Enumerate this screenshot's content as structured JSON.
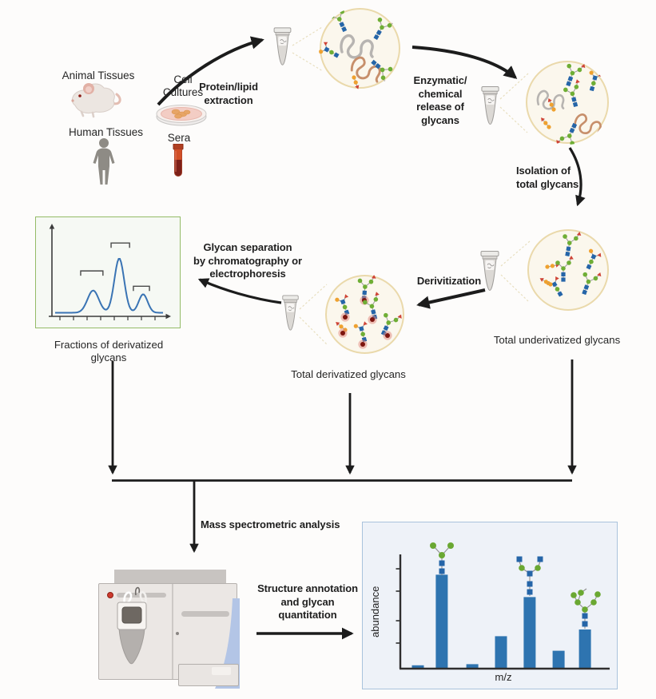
{
  "figure": {
    "description": "Glycan / glycomics mass spectrometry workflow diagram"
  },
  "sources": {
    "animal_tissues": "Animal Tissues",
    "cell_cultures": "Cell\nCultures",
    "human_tissues": "Human Tissues",
    "sera": "Sera"
  },
  "steps": {
    "extraction": "Protein/lipid\nextraction",
    "release": "Enzymatic/\nchemical\nrelease of\nglycans",
    "isolation": "Isolation of\ntotal glycans",
    "derivitization": "Derivitization",
    "separation": "Glycan separation\nby chromatography or\nelectrophoresis",
    "ms_analysis": "Mass spectrometric analysis",
    "annotation": "Structure annotation\nand glycan\nquantitation"
  },
  "captions": {
    "fractions": "Fractions of derivatized glycans",
    "underivatized": "Total underivatized glycans",
    "derivatized": "Total derivatized glycans"
  },
  "icons": {
    "mouse": "mouse-icon",
    "petri_dish": "petri-dish-icon",
    "human": "human-silhouette-icon",
    "serum_tube": "serum-tube-icon",
    "microcentrifuge_tube": "microcentrifuge-tube-icon",
    "glycoprotein_bubble": "glycoprotein-magnified-circle-icon",
    "mass_spectrometer": "mass-spectrometer-icon"
  },
  "colors": {
    "arrow_black": "#1c1c1c",
    "bubble_fill": "#fbf7ed",
    "bubble_border": "#ead9ab",
    "chromatogram_border": "#94bb67",
    "chromatogram_fill": "#f6f9f4",
    "trace_blue": "#3a74b4",
    "panel_blue_fill": "#eef2f8",
    "panel_blue_border": "#a9c3dc",
    "bar_blue": "#2e74b0",
    "glycan_green": "#6fae35",
    "glycan_blue": "#2565a8",
    "glycan_yellow": "#efa12f",
    "glycan_red": "#cf4335",
    "derivatized_tag_red": "#7d150e"
  },
  "chart_data": [
    {
      "type": "line",
      "name": "chromatogram-of-glycan-fractions",
      "caption": "Fractions of derivatized glycans",
      "xlabel": "",
      "ylabel": "",
      "x_tick_count": 8,
      "grid": false,
      "peaks": [
        {
          "position": 0.35,
          "rel_height": 0.41,
          "rel_width": 0.052
        },
        {
          "position": 0.59,
          "rel_height": 1.0,
          "rel_width": 0.045
        },
        {
          "position": 0.81,
          "rel_height": 0.34,
          "rel_width": 0.041
        }
      ],
      "fraction_brackets": [
        {
          "from": 0.235,
          "to": 0.44,
          "y": 0.49
        },
        {
          "from": 0.515,
          "to": 0.685,
          "y": 0.235
        },
        {
          "from": 0.72,
          "to": 0.868,
          "y": 0.63
        }
      ]
    },
    {
      "type": "bar",
      "name": "mass-spectrum",
      "xlabel": "m/z",
      "ylabel": "abundance",
      "y_tick_count": 4,
      "grid": false,
      "bar_positions": [
        0.084,
        0.198,
        0.344,
        0.481,
        0.618,
        0.756,
        0.882
      ],
      "values": [
        0.03,
        0.84,
        0.04,
        0.29,
        0.64,
        0.16,
        0.35
      ],
      "annotated_bars": [
        {
          "index": 1,
          "annotation": "biantennary glycan cartoon with galactose (green) tips"
        },
        {
          "index": 4,
          "annotation": "biantennary glycan cartoon with GlcNAc (blue square) tips"
        },
        {
          "index": 6,
          "annotation": "high-mannose glycan cartoon (green circles)"
        }
      ]
    }
  ]
}
